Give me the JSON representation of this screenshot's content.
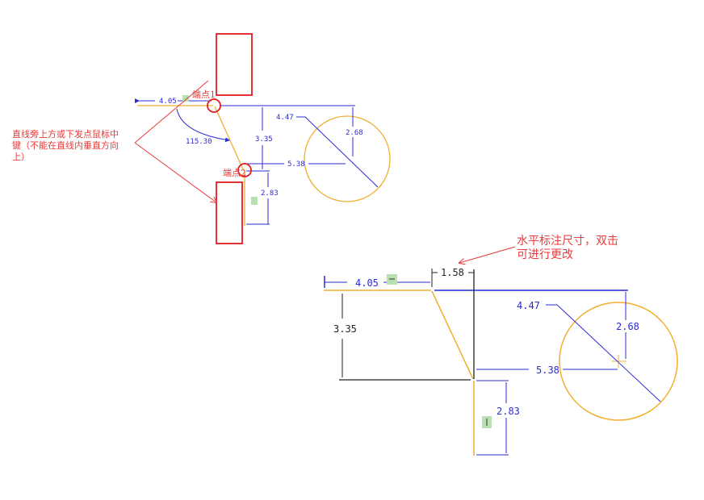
{
  "top_sketch": {
    "dims": {
      "h1": "4.05",
      "angle": "115.30",
      "v1": "3.35",
      "dia": "4.47",
      "v2": "2.68",
      "h2": "5.38",
      "v3": "2.83"
    },
    "endpoint1_label": "端点1",
    "endpoint2_label": "端点2",
    "note_lines": [
      "直线旁上方或下发点鼠标中",
      "键（不能在直线内垂直方向",
      "上）"
    ]
  },
  "bottom_sketch": {
    "dims": {
      "h1": "4.05",
      "h_new": "1.58",
      "v1": "3.35",
      "dia": "4.47",
      "v2": "2.68",
      "h2": "5.38",
      "v3": "2.83"
    },
    "note_lines": [
      "水平标注尺寸，双击",
      "可进行更改"
    ]
  },
  "colors": {
    "geometry": "#f0b030",
    "dimension": "#2b2bd8",
    "annotation": "#e83a3a",
    "constraint": "#b8e0b0"
  }
}
